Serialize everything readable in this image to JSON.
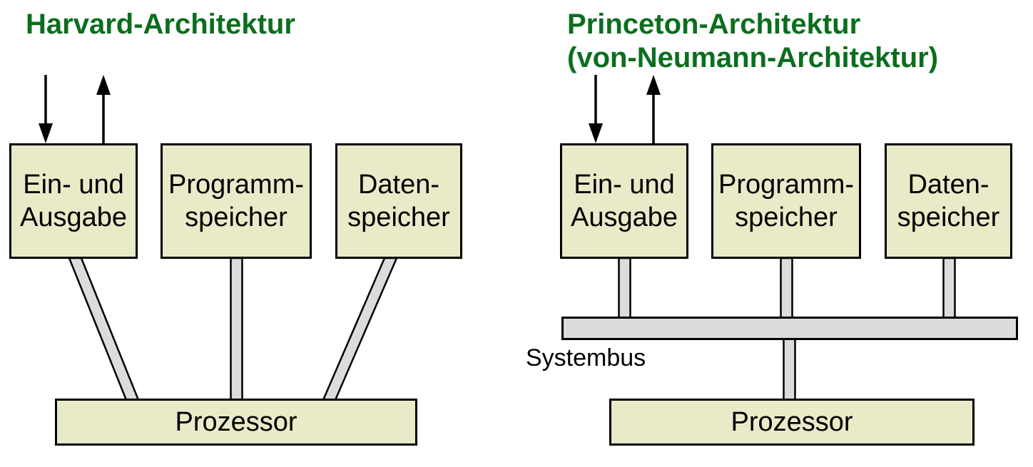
{
  "colors": {
    "title_green": "#0b6e1e",
    "box_fill": "#e9eac8",
    "box_border": "#000000",
    "connector_gray": "#dcdcdc",
    "text": "#000000"
  },
  "harvard": {
    "title": "Harvard-Architektur",
    "boxes": [
      {
        "line1": "Ein- und",
        "line2": "Ausgabe"
      },
      {
        "line1": "Programm-",
        "line2": "speicher"
      },
      {
        "line1": "Daten-",
        "line2": "speicher"
      }
    ],
    "processor": "Prozessor"
  },
  "princeton": {
    "title_line1": "Princeton-Architektur",
    "title_line2": "(von-Neumann-Architektur)",
    "boxes": [
      {
        "line1": "Ein- und",
        "line2": "Ausgabe"
      },
      {
        "line1": "Programm-",
        "line2": "speicher"
      },
      {
        "line1": "Daten-",
        "line2": "speicher"
      }
    ],
    "bus_label": "Systembus",
    "processor": "Prozessor"
  }
}
